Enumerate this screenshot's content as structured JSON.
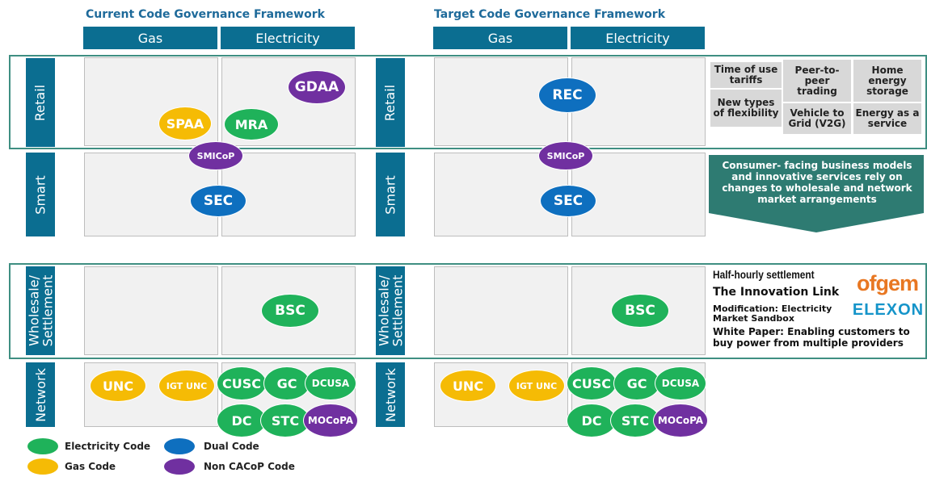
{
  "current": {
    "title": "Current Code Governance Framework",
    "gas": "Gas",
    "electricity": "Electricity",
    "rows": {
      "retail": "Retail",
      "smart": "Smart",
      "wholesale": "Wholesale/ Settlement",
      "network": "Network"
    },
    "codes": {
      "gdaa": "GDAA",
      "spaa": "SPAA",
      "mra": "MRA",
      "smicop": "SMICoP",
      "sec": "SEC",
      "bsc": "BSC",
      "unc": "UNC",
      "igtunc": "IGT UNC",
      "cusc": "CUSC",
      "gc": "GC",
      "dcusa": "DCUSA",
      "dc": "DC",
      "stc": "STC",
      "mocopa": "MOCoPA"
    }
  },
  "target": {
    "title": "Target Code Governance Framework",
    "gas": "Gas",
    "electricity": "Electricity",
    "rows": {
      "retail": "Retail",
      "smart": "Smart",
      "wholesale": "Wholesale/ Settlement",
      "network": "Network"
    },
    "codes": {
      "rec": "REC",
      "smicop": "SMICoP",
      "sec": "SEC",
      "bsc": "BSC",
      "unc": "UNC",
      "igtunc": "IGT UNC",
      "cusc": "CUSC",
      "gc": "GC",
      "dcusa": "DCUSA",
      "dc": "DC",
      "stc": "STC",
      "mocopa": "MOCoPA"
    }
  },
  "innovations": {
    "time_of_use": "Time of use tariffs",
    "peer": "Peer-to-peer trading",
    "home": "Home energy storage",
    "flex": "New types of flexibility",
    "v2g": "Vehicle to Grid (V2G)",
    "eaas": "Energy as a service"
  },
  "callout": "Consumer- facing business models and innovative services rely on changes to wholesale and network market arrangements",
  "wholesale_notes": {
    "hh": "Half-hourly settlement",
    "link": "The Innovation Link",
    "mod": "Modification: Electricity Market Sandbox",
    "paper": "White Paper: Enabling customers to buy power from multiple providers"
  },
  "logos": {
    "ofgem": "ofgem",
    "elexon": "ELEXON"
  },
  "legend": {
    "electricity": "Electricity Code",
    "dual": "Dual Code",
    "gas": "Gas Code",
    "noncacop": "Non CACoP Code"
  },
  "colors": {
    "electricity": "#1fb25a",
    "gas": "#f5bb05",
    "dual": "#0e6fbf",
    "noncacop": "#7030a0",
    "header": "#0b6e91",
    "band": "#3f8f82"
  }
}
